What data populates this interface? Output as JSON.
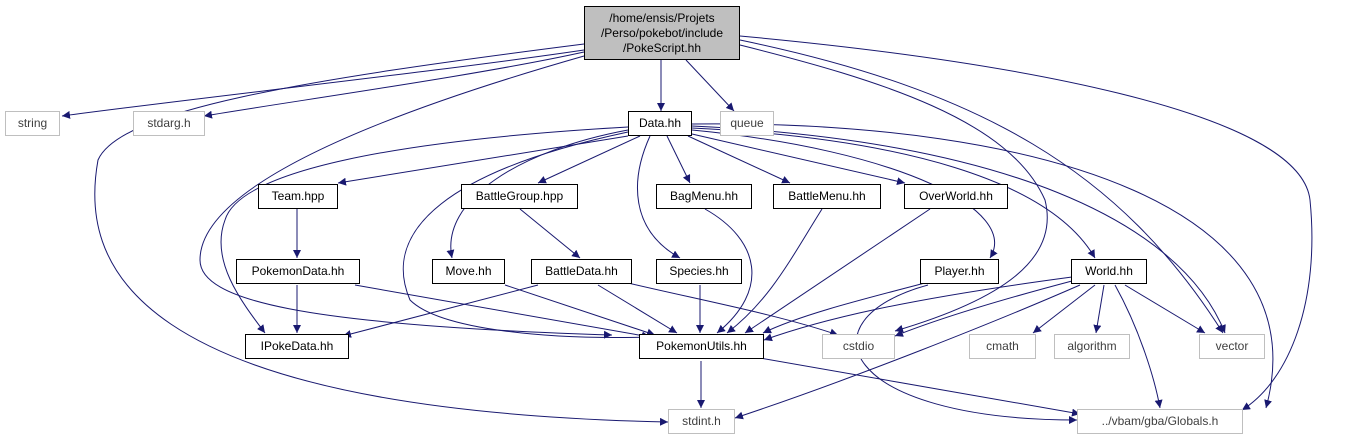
{
  "colors": {
    "edge": "#191970",
    "box_border": "#000000",
    "external_border": "#bfbfbf",
    "root_fill": "#bfbfbf"
  },
  "nodes": {
    "root": {
      "line1": "/home/ensis/Projets",
      "line2": "/Perso/pokebot/include",
      "line3": "/PokeScript.hh"
    },
    "string": "string",
    "stdarg": "stdarg.h",
    "data": "Data.hh",
    "queue": "queue",
    "team": "Team.hpp",
    "battlegroup": "BattleGroup.hpp",
    "bagmenu": "BagMenu.hh",
    "battlemenu": "BattleMenu.hh",
    "overworld": "OverWorld.hh",
    "pokemondata": "PokemonData.hh",
    "move": "Move.hh",
    "battledata": "BattleData.hh",
    "species": "Species.hh",
    "player": "Player.hh",
    "world": "World.hh",
    "ipokedata": "IPokeData.hh",
    "pokemonutils": "PokemonUtils.hh",
    "cstdio": "cstdio",
    "cmath": "cmath",
    "algorithm": "algorithm",
    "vector": "vector",
    "stdint": "stdint.h",
    "globals": "../vbam/gba/Globals.h"
  }
}
